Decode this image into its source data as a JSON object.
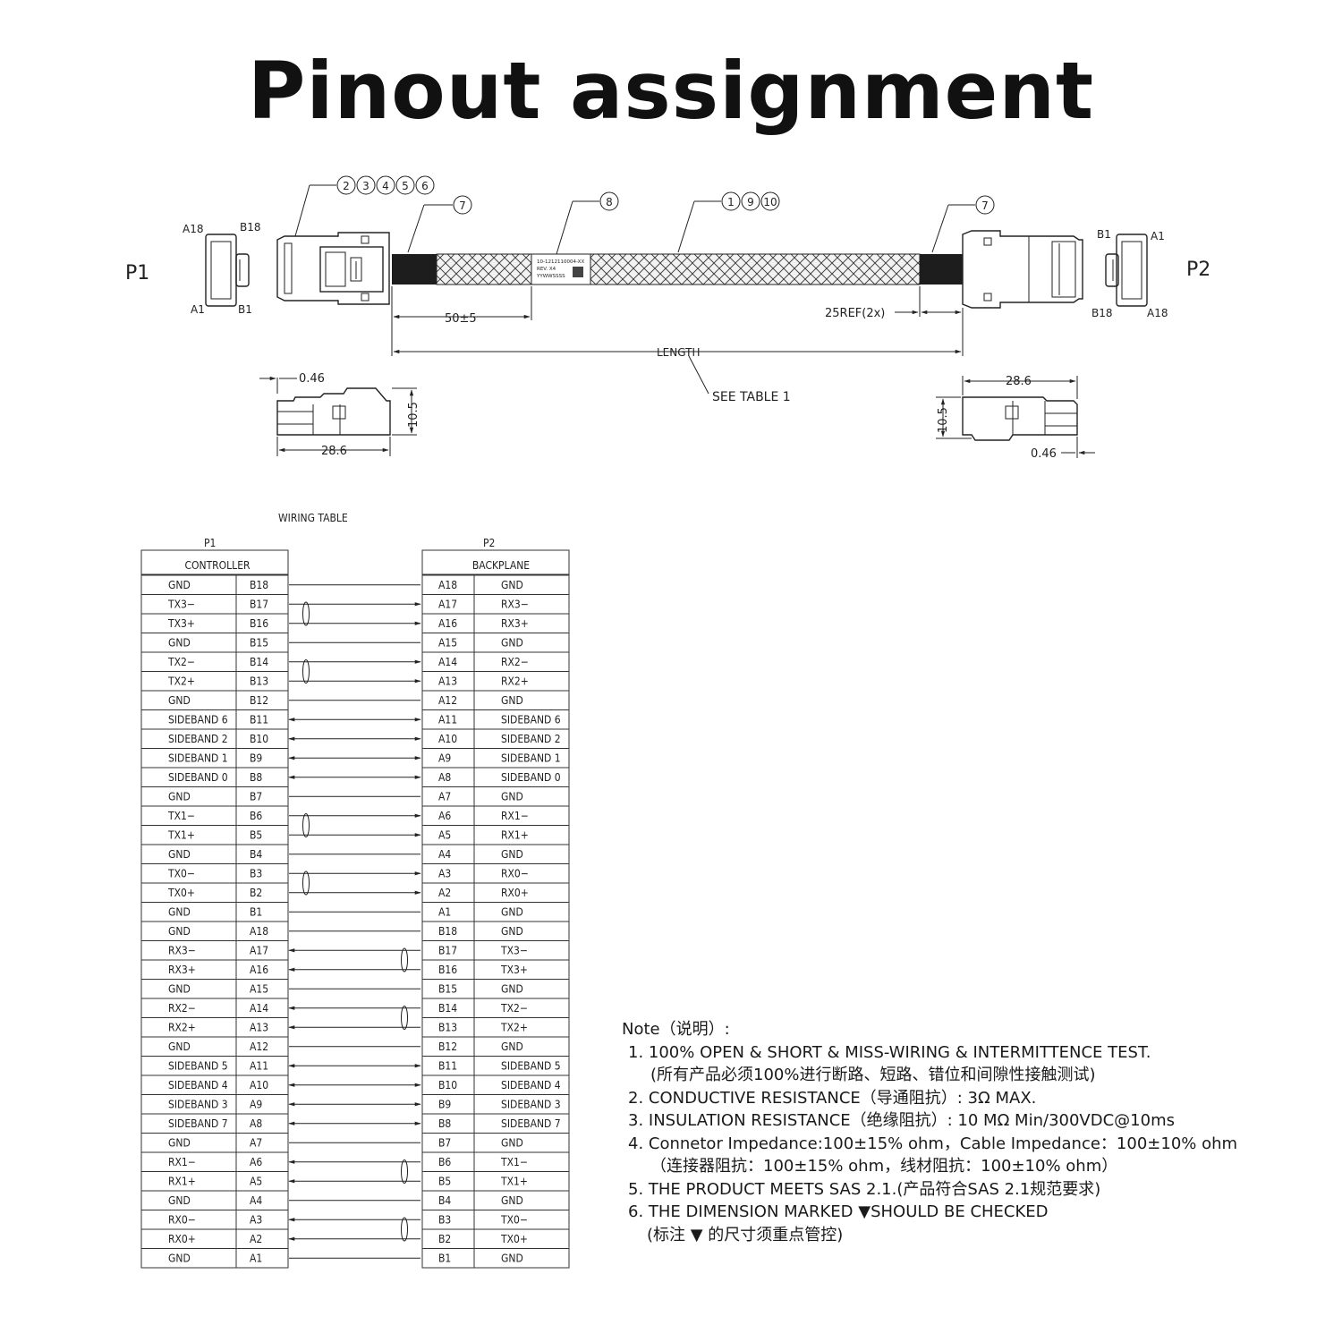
{
  "title": "Pinout assignment",
  "drawing": {
    "p1_label": "P1",
    "p2_label": "P2",
    "p1_pins": {
      "top_left": "A18",
      "top_right": "B18",
      "bottom_left": "A1",
      "bottom_right": "B1"
    },
    "p2_pins": {
      "top_left": "B1",
      "top_right": "A1",
      "bottom_left": "B18",
      "bottom_right": "A18"
    },
    "balloons": {
      "connector_parts": [
        "2",
        "3",
        "4",
        "5",
        "6"
      ],
      "boot_left": "7",
      "label": "8",
      "cable_parts": [
        "1",
        "9",
        "10"
      ],
      "boot_right": "7"
    },
    "cable_label_lines": [
      "10-1212110004-XX",
      "REV. X4",
      "YYWWSSSS"
    ],
    "dims": {
      "label_distance": "50±5",
      "boot_ref": "25REF(2x)",
      "length": "LENGTH",
      "see_table": "SEE TABLE 1",
      "left_thickness": "0.46",
      "left_height": "10.5",
      "left_width": "28.6",
      "right_width": "28.6",
      "right_height": "10.5",
      "right_thickness": "0.46"
    }
  },
  "wiring_table": {
    "title": "WIRING TABLE",
    "p1_header": "P1",
    "p2_header": "P2",
    "p1_subheader": "CONTROLLER",
    "p2_subheader": "BACKPLANE",
    "rows": [
      {
        "p1_signal": "GND",
        "p1_pin": "B18",
        "p2_pin": "A18",
        "p2_signal": "GND",
        "dir": "none",
        "pair": ""
      },
      {
        "p1_signal": "TX3−",
        "p1_pin": "B17",
        "p2_pin": "A17",
        "p2_signal": "RX3−",
        "dir": "right",
        "pair": "left-start"
      },
      {
        "p1_signal": "TX3+",
        "p1_pin": "B16",
        "p2_pin": "A16",
        "p2_signal": "RX3+",
        "dir": "right",
        "pair": ""
      },
      {
        "p1_signal": "GND",
        "p1_pin": "B15",
        "p2_pin": "A15",
        "p2_signal": "GND",
        "dir": "none",
        "pair": ""
      },
      {
        "p1_signal": "TX2−",
        "p1_pin": "B14",
        "p2_pin": "A14",
        "p2_signal": "RX2−",
        "dir": "right",
        "pair": "left-start"
      },
      {
        "p1_signal": "TX2+",
        "p1_pin": "B13",
        "p2_pin": "A13",
        "p2_signal": "RX2+",
        "dir": "right",
        "pair": ""
      },
      {
        "p1_signal": "GND",
        "p1_pin": "B12",
        "p2_pin": "A12",
        "p2_signal": "GND",
        "dir": "none",
        "pair": ""
      },
      {
        "p1_signal": "SIDEBAND 6",
        "p1_pin": "B11",
        "p2_pin": "A11",
        "p2_signal": "SIDEBAND 6",
        "dir": "both",
        "pair": ""
      },
      {
        "p1_signal": "SIDEBAND 2",
        "p1_pin": "B10",
        "p2_pin": "A10",
        "p2_signal": "SIDEBAND 2",
        "dir": "both",
        "pair": ""
      },
      {
        "p1_signal": "SIDEBAND 1",
        "p1_pin": "B9",
        "p2_pin": "A9",
        "p2_signal": "SIDEBAND 1",
        "dir": "both",
        "pair": ""
      },
      {
        "p1_signal": "SIDEBAND 0",
        "p1_pin": "B8",
        "p2_pin": "A8",
        "p2_signal": "SIDEBAND 0",
        "dir": "both",
        "pair": ""
      },
      {
        "p1_signal": "GND",
        "p1_pin": "B7",
        "p2_pin": "A7",
        "p2_signal": "GND",
        "dir": "none",
        "pair": ""
      },
      {
        "p1_signal": "TX1−",
        "p1_pin": "B6",
        "p2_pin": "A6",
        "p2_signal": "RX1−",
        "dir": "right",
        "pair": "left-start"
      },
      {
        "p1_signal": "TX1+",
        "p1_pin": "B5",
        "p2_pin": "A5",
        "p2_signal": "RX1+",
        "dir": "right",
        "pair": ""
      },
      {
        "p1_signal": "GND",
        "p1_pin": "B4",
        "p2_pin": "A4",
        "p2_signal": "GND",
        "dir": "none",
        "pair": ""
      },
      {
        "p1_signal": "TX0−",
        "p1_pin": "B3",
        "p2_pin": "A3",
        "p2_signal": "RX0−",
        "dir": "right",
        "pair": "left-start"
      },
      {
        "p1_signal": "TX0+",
        "p1_pin": "B2",
        "p2_pin": "A2",
        "p2_signal": "RX0+",
        "dir": "right",
        "pair": ""
      },
      {
        "p1_signal": "GND",
        "p1_pin": "B1",
        "p2_pin": "A1",
        "p2_signal": "GND",
        "dir": "none",
        "pair": ""
      },
      {
        "p1_signal": "GND",
        "p1_pin": "A18",
        "p2_pin": "B18",
        "p2_signal": "GND",
        "dir": "none",
        "pair": ""
      },
      {
        "p1_signal": "RX3−",
        "p1_pin": "A17",
        "p2_pin": "B17",
        "p2_signal": "TX3−",
        "dir": "left",
        "pair": "right-start"
      },
      {
        "p1_signal": "RX3+",
        "p1_pin": "A16",
        "p2_pin": "B16",
        "p2_signal": "TX3+",
        "dir": "left",
        "pair": ""
      },
      {
        "p1_signal": "GND",
        "p1_pin": "A15",
        "p2_pin": "B15",
        "p2_signal": "GND",
        "dir": "none",
        "pair": ""
      },
      {
        "p1_signal": "RX2−",
        "p1_pin": "A14",
        "p2_pin": "B14",
        "p2_signal": "TX2−",
        "dir": "left",
        "pair": "right-start"
      },
      {
        "p1_signal": "RX2+",
        "p1_pin": "A13",
        "p2_pin": "B13",
        "p2_signal": "TX2+",
        "dir": "left",
        "pair": ""
      },
      {
        "p1_signal": "GND",
        "p1_pin": "A12",
        "p2_pin": "B12",
        "p2_signal": "GND",
        "dir": "none",
        "pair": ""
      },
      {
        "p1_signal": "SIDEBAND 5",
        "p1_pin": "A11",
        "p2_pin": "B11",
        "p2_signal": "SIDEBAND 5",
        "dir": "both",
        "pair": ""
      },
      {
        "p1_signal": "SIDEBAND 4",
        "p1_pin": "A10",
        "p2_pin": "B10",
        "p2_signal": "SIDEBAND 4",
        "dir": "both",
        "pair": ""
      },
      {
        "p1_signal": "SIDEBAND 3",
        "p1_pin": "A9",
        "p2_pin": "B9",
        "p2_signal": "SIDEBAND 3",
        "dir": "both",
        "pair": ""
      },
      {
        "p1_signal": "SIDEBAND 7",
        "p1_pin": "A8",
        "p2_pin": "B8",
        "p2_signal": "SIDEBAND 7",
        "dir": "both",
        "pair": ""
      },
      {
        "p1_signal": "GND",
        "p1_pin": "A7",
        "p2_pin": "B7",
        "p2_signal": "GND",
        "dir": "none",
        "pair": ""
      },
      {
        "p1_signal": "RX1−",
        "p1_pin": "A6",
        "p2_pin": "B6",
        "p2_signal": "TX1−",
        "dir": "left",
        "pair": "right-start"
      },
      {
        "p1_signal": "RX1+",
        "p1_pin": "A5",
        "p2_pin": "B5",
        "p2_signal": "TX1+",
        "dir": "left",
        "pair": ""
      },
      {
        "p1_signal": "GND",
        "p1_pin": "A4",
        "p2_pin": "B4",
        "p2_signal": "GND",
        "dir": "none",
        "pair": ""
      },
      {
        "p1_signal": "RX0−",
        "p1_pin": "A3",
        "p2_pin": "B3",
        "p2_signal": "TX0−",
        "dir": "left",
        "pair": "right-start"
      },
      {
        "p1_signal": "RX0+",
        "p1_pin": "A2",
        "p2_pin": "B2",
        "p2_signal": "TX0+",
        "dir": "left",
        "pair": ""
      },
      {
        "p1_signal": "GND",
        "p1_pin": "A1",
        "p2_pin": "B1",
        "p2_signal": "GND",
        "dir": "none",
        "pair": ""
      }
    ]
  },
  "notes": {
    "heading": "Note（说明）:",
    "n1": "1. 100% OPEN & SHORT & MISS-WIRING & INTERMITTENCE TEST.",
    "n1_cn": "(所有产品必须100%进行断路、短路、错位和间隙性接触测试)",
    "n2": "2. CONDUCTIVE RESISTANCE（导通阻抗）: 3Ω MAX.",
    "n3": "3. INSULATION RESISTANCE（绝缘阻抗）: 10 MΩ Min/300VDC@10ms",
    "n4": "4. Connetor Impedance:100±15% ohm，Cable Impedance：100±10% ohm",
    "n4_cn": "（连接器阻抗：100±15% ohm，线材阻抗：100±10% ohm）",
    "n5": "5. THE PRODUCT MEETS SAS 2.1.(产品符合SAS 2.1规范要求)",
    "n6": "6. THE DIMENSION MARKED ▼SHOULD BE CHECKED",
    "n6_cn": "(标注 ▼ 的尺寸须重点管控)"
  }
}
